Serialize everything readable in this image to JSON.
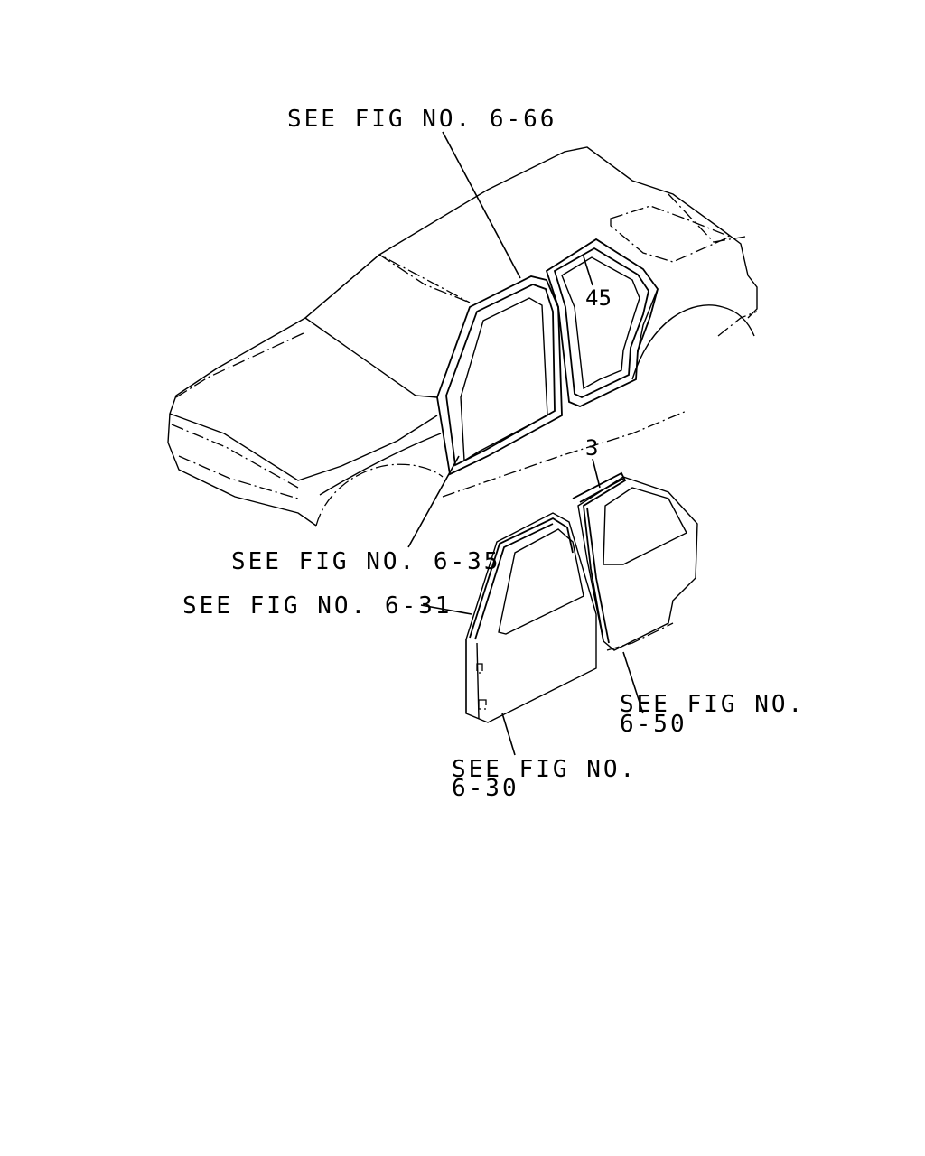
{
  "callouts": {
    "fig_6_66": "SEE FIG NO. 6-66",
    "fig_6_35": "SEE FIG NO. 6-35",
    "fig_6_31": "SEE FIG NO. 6-31",
    "fig_6_50_line1": "SEE FIG NO.",
    "fig_6_50_line2": "6-50",
    "fig_6_30_line1": "SEE FIG NO.",
    "fig_6_30_line2": "6-30"
  },
  "part_numbers": {
    "rear_opening_seal": "45",
    "rear_door_seal": "3"
  }
}
